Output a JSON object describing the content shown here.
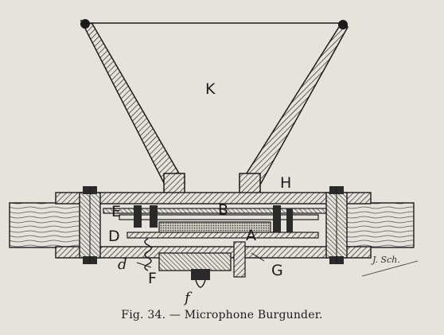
{
  "figure": {
    "labels": {
      "K": "K",
      "H": "H",
      "B": "B",
      "E": "E",
      "D": "D",
      "A": "A",
      "d": "d",
      "F": "F",
      "G": "G",
      "f": "f"
    },
    "signature": "J. Sch."
  },
  "caption": "Fig. 34. — Microphone Burgunder."
}
